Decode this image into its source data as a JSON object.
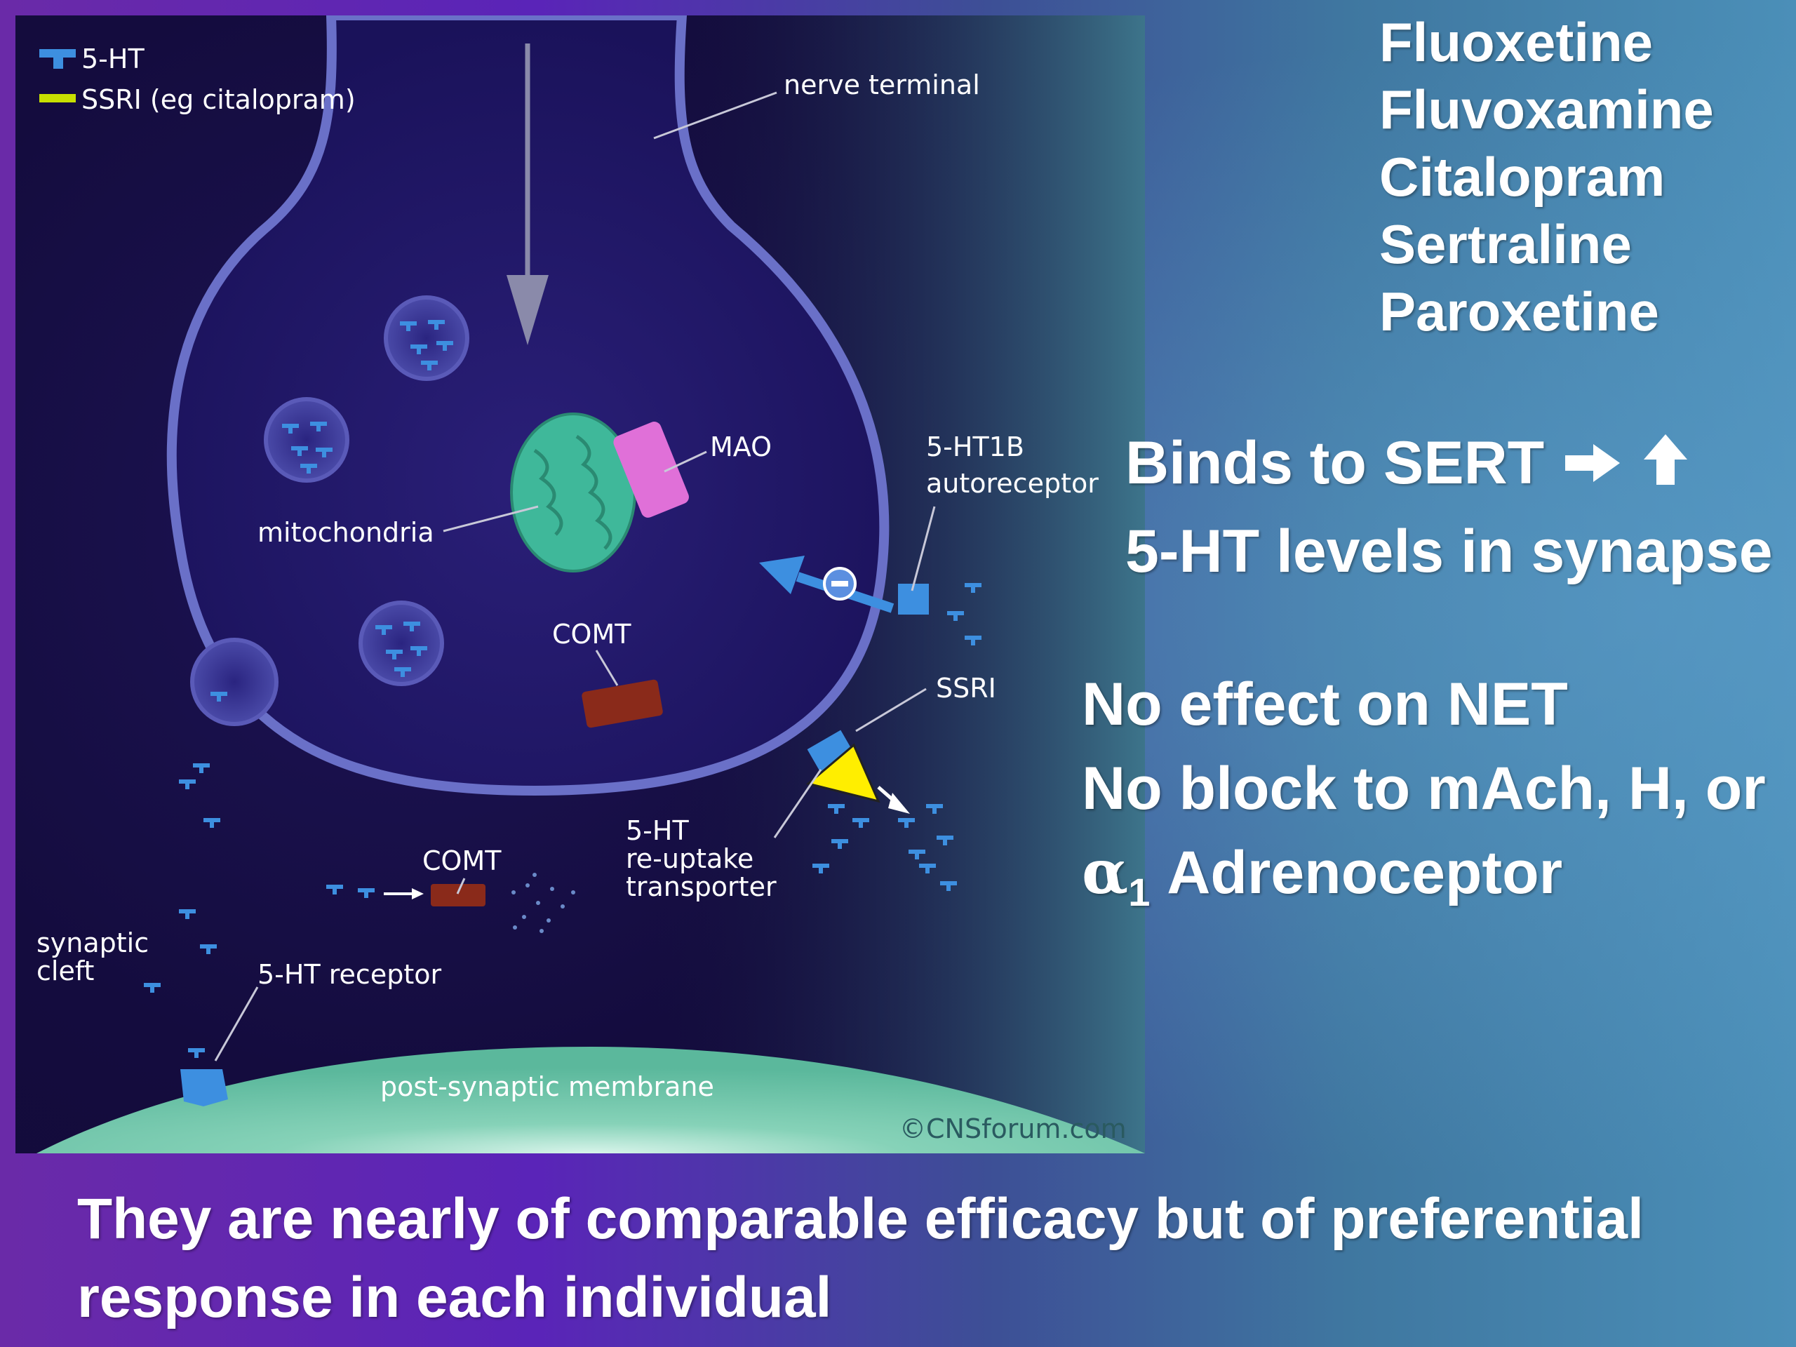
{
  "legend": {
    "serotonin": "5-HT",
    "ssri": "SSRI (eg citalopram)"
  },
  "diagram_labels": {
    "nerve_terminal": "nerve terminal",
    "mao": "MAO",
    "mitochondria": "mitochondria",
    "autoreceptor_line1": "5-HT1B",
    "autoreceptor_line2": "autoreceptor",
    "comt_inside": "COMT",
    "ssri": "SSRI",
    "reuptake_line1": "5-HT",
    "reuptake_line2": "re-uptake",
    "reuptake_line3": "transporter",
    "comt_cleft": "COMT",
    "synaptic_line1": "synaptic",
    "synaptic_line2": "cleft",
    "receptor": "5-HT receptor",
    "post_synaptic": "post-synaptic membrane",
    "copyright": "©CNSforum.com"
  },
  "drugs": [
    "Fluoxetine",
    "Fluvoxamine",
    "Citalopram",
    "Sertraline",
    "Paroxetine"
  ],
  "mechanism": {
    "line1": "Binds to SERT",
    "line2": "5-HT levels in synapse"
  },
  "selectivity": {
    "line1": "No effect on NET",
    "line2": "No block to mAch, H, or",
    "alpha_symbol": "α",
    "alpha_subscript": "1",
    "line3_rest": " Adrenoceptor"
  },
  "caption": "They are nearly of comparable efficacy but of preferential response in each individual",
  "colors": {
    "serotonin": "#3d8fe0",
    "ssri_marker": "#ffee00",
    "mitochondria": "#3fb89a",
    "mao": "#e070d8",
    "comt": "#8a2a1a",
    "membrane": "#6a70c8",
    "post_synaptic": "#6cc4a8"
  },
  "icons": {
    "right_arrow": "right-arrow-icon",
    "up_arrow": "up-arrow-icon"
  }
}
